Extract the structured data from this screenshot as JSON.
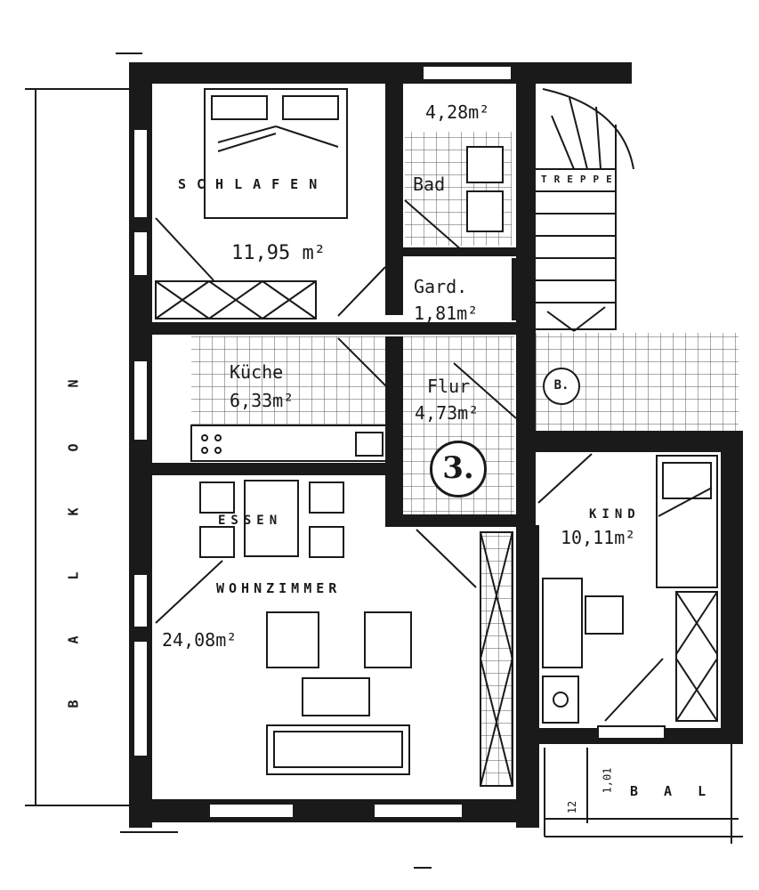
{
  "rooms": {
    "schlafen": {
      "name": "SCHLAFEN",
      "area": "11,95 m²"
    },
    "bad": {
      "name": "Bad",
      "area": "4,28m²"
    },
    "gard": {
      "name": "Gard.",
      "area": "1,81m²"
    },
    "kueche": {
      "name": "Küche",
      "area": "6,33m²"
    },
    "flur": {
      "name": "Flur",
      "area": "4,73m²"
    },
    "essen": {
      "name": "ESSEN"
    },
    "wohnzimmer": {
      "name": "WOHNZIMMER",
      "area": "24,08m²"
    },
    "kind": {
      "name": "KIND",
      "area": "10,11m²"
    },
    "treppe": {
      "name": "TREPPE"
    }
  },
  "balkon_left": [
    "B",
    "A",
    "L",
    "K",
    "O",
    "N"
  ],
  "balkon_bottom": "B A L",
  "apartment_number": "3.",
  "stair_marker": "B.",
  "dimensions": {
    "d1": "12",
    "d2": "1,01"
  }
}
